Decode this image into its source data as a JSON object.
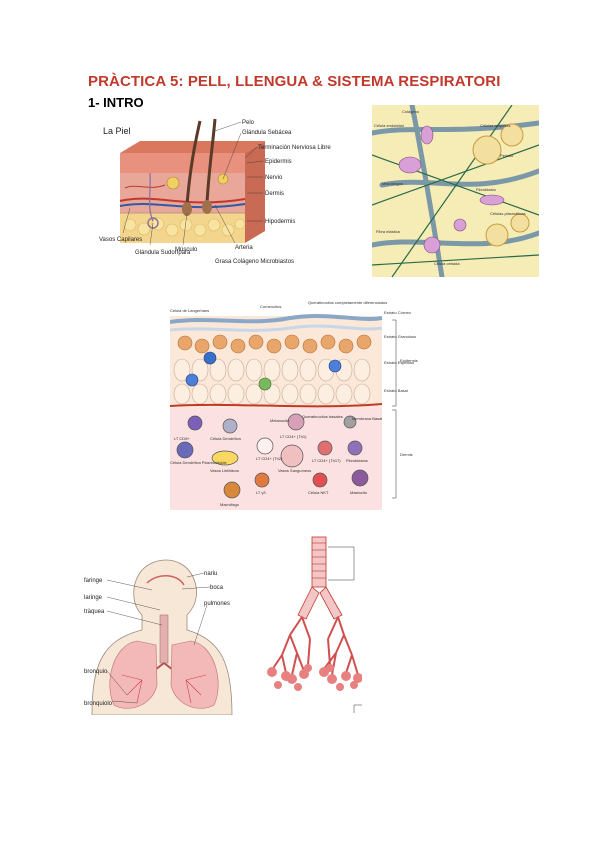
{
  "header": {
    "title": "PRÀCTICA 5: PELL, LLENGUA & SISTEMA RESPIRATORI",
    "section": "1- INTRO"
  },
  "skin_figure": {
    "heading": "La Piel",
    "labels": {
      "pelo": "Pelo",
      "glandula_sebacea": "Glándula Sebácea",
      "terminacion": "Terminación Nerviosa Libre",
      "epidermis": "Epidermis",
      "nervio": "Nervio",
      "dermis": "Dermis",
      "hipodermis": "Hipodermis",
      "vasos": "Vasos Capilares",
      "glandula_sudoripara": "Glándula Sudorípara",
      "musculo": "Músculo",
      "arteria": "Arteria",
      "grasa": "Grasa  Colágeno  Microbiastos"
    }
  },
  "connective_figure": {
    "labels": {
      "colageno": "Colágeno",
      "celula_endotelial": "Célula endotelial",
      "celulas_adiposas": "Células adiposas",
      "pericito": "Pericito",
      "macrofagos": "Macrófagos",
      "fibroblasto": "Fibroblasto",
      "celulas_plasmaticas": "Células plasmáticas",
      "fibra_elastica": "Fibra elástica",
      "celula_cebada": "Célula cebada"
    }
  },
  "immune_figure": {
    "labels": {
      "langerhans": "Célula de Langerhans",
      "corneocitos": "Corneocitos",
      "queratinocitos": "Queratinocitos completamente diferenciados",
      "estrato_corneo": "Estrato Córneo",
      "estrato_granuloso": "Estrato Granuloso",
      "estrato_espinoso": "Estrato Espinoso",
      "estrato_basal": "Estrato Basal",
      "epidermis": "Epidermis",
      "dermis": "Dermis",
      "lt_cd8": "LT CD8+",
      "melanocito": "Melanocito",
      "queratinocitos_basales": "Queratinocitos basales",
      "membrana_basal": "Membrana Basal",
      "celula_dendritica": "Célula Dendrítica",
      "lt_cd4_th1": "LT CD4+ (Th1)",
      "celula_dendritica_plasmocitoide": "Célula Dendrítica Plasmocitoide",
      "lt_cd4_th2": "LT CD4+ (Th2)",
      "lt_cd4_th17": "LT CD4+ (Th17)",
      "fibroblastos": "Fibroblastos",
      "vasos_linfaticos": "Vasos Linfáticos",
      "vasos_sanguineos": "Vasos Sanguíneos",
      "lt_gd": "LT γδ",
      "celula_nkt": "Célula NKT",
      "mastocito": "Mastocito",
      "macrofago": "Macrófago"
    }
  },
  "respiratory_figure": {
    "labels": {
      "faringe": "faringe",
      "laringe": "laringe",
      "traquea": "tràquea",
      "nariu": "nariu",
      "boca": "boca",
      "pulmones": "pulmones",
      "bronquio": "bronquio",
      "bronquiolo": "bronquiolo"
    }
  },
  "colors": {
    "title": "#c0392b"
  }
}
